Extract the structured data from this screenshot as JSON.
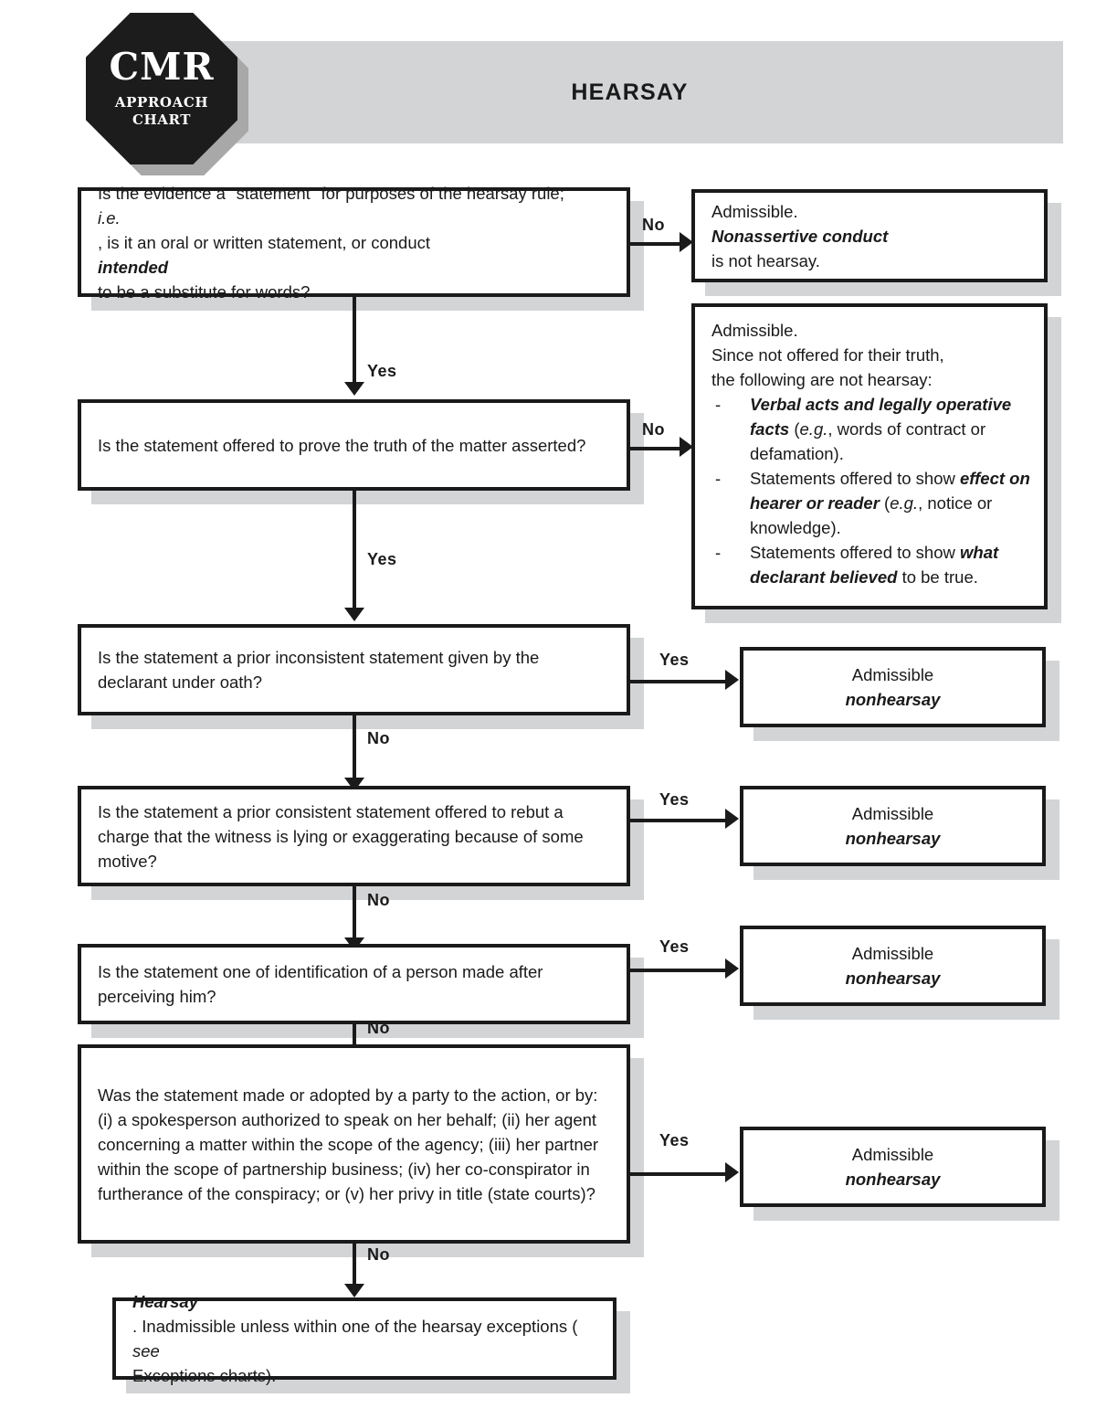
{
  "header": {
    "title": "HEARSAY",
    "logo": {
      "main": "CMR",
      "line1": "APPROACH",
      "line2": "CHART"
    }
  },
  "colors": {
    "ink": "#1a1a1a",
    "shadow": "#d2d4d6",
    "banner": "#d2d4d6",
    "paper": "#ffffff"
  },
  "nodes": {
    "q1": {
      "id": "q1",
      "type": "question",
      "text_parts": [
        {
          "t": "Is the evidence a \"statement\" for purposes of the hearsay rule; ",
          "s": "normal"
        },
        {
          "t": "i.e.",
          "s": "italic"
        },
        {
          "t": ", is it an oral or written statement, or conduct ",
          "s": "normal"
        },
        {
          "t": "intended",
          "s": "bolditalic"
        },
        {
          "t": " to be a substitute for words?",
          "s": "normal"
        }
      ]
    },
    "q2": {
      "id": "q2",
      "type": "question",
      "text_parts": [
        {
          "t": "Is the statement offered to prove the truth of the matter asserted?",
          "s": "normal"
        }
      ]
    },
    "q3": {
      "id": "q3",
      "type": "question",
      "text_parts": [
        {
          "t": "Is the statement a prior inconsistent statement given by the declarant under oath?",
          "s": "normal"
        }
      ]
    },
    "q4": {
      "id": "q4",
      "type": "question",
      "text_parts": [
        {
          "t": "Is the statement a prior consistent statement offered to rebut a charge that the witness is lying or exaggerating because of some motive?",
          "s": "normal"
        }
      ]
    },
    "q5": {
      "id": "q5",
      "type": "question",
      "text_parts": [
        {
          "t": "Is the statement one of identification of a person made after perceiving him?",
          "s": "normal"
        }
      ]
    },
    "q6": {
      "id": "q6",
      "type": "question",
      "text_parts": [
        {
          "t": "Was the statement made or adopted by a party to the action, or by: (i) a spokesperson authorized to speak on her behalf; (ii) her agent concerning a matter within the scope of the agency; (iii) her partner within the scope of partnership business; (iv) her co-conspirator in furtherance of the conspiracy; or (v) her privy in title (state courts)?",
          "s": "normal"
        }
      ]
    },
    "r1": {
      "id": "r1",
      "type": "result",
      "text_parts": [
        {
          "t": "Admissible. ",
          "s": "normal"
        },
        {
          "t": "Nonassertive conduct",
          "s": "bolditalic"
        },
        {
          "t": " is not hearsay.",
          "s": "normal"
        }
      ]
    },
    "r2": {
      "id": "r2",
      "type": "result-list",
      "intro_lines": [
        "Admissible.",
        "Since not offered for their truth,",
        "the following are not hearsay:"
      ],
      "bullet_marker": "-",
      "bullets": [
        [
          {
            "t": "Verbal acts and legally operative facts",
            "s": "bolditalic"
          },
          {
            "t": " (",
            "s": "normal"
          },
          {
            "t": "e.g.",
            "s": "italic"
          },
          {
            "t": ", words of contract or defamation).",
            "s": "normal"
          }
        ],
        [
          {
            "t": "Statements offered to show ",
            "s": "normal"
          },
          {
            "t": "effect on hearer or reader",
            "s": "bolditalic"
          },
          {
            "t": " (",
            "s": "normal"
          },
          {
            "t": "e.g.",
            "s": "italic"
          },
          {
            "t": ", notice or knowledge).",
            "s": "normal"
          }
        ],
        [
          {
            "t": "Statements offered to show ",
            "s": "normal"
          },
          {
            "t": "what declarant believed",
            "s": "bolditalic"
          },
          {
            "t": " to be true.",
            "s": "normal"
          }
        ]
      ]
    },
    "r3": {
      "id": "r3",
      "type": "result-centered",
      "line1": "Admissible",
      "line2": "nonhearsay"
    },
    "r4": {
      "id": "r4",
      "type": "result-centered",
      "line1": "Admissible",
      "line2": "nonhearsay"
    },
    "r5": {
      "id": "r5",
      "type": "result-centered",
      "line1": "Admissible",
      "line2": "nonhearsay"
    },
    "r6": {
      "id": "r6",
      "type": "result-centered",
      "line1": "Admissible",
      "line2": "nonhearsay"
    },
    "final": {
      "id": "final",
      "type": "terminal",
      "text_parts": [
        {
          "t": "Hearsay",
          "s": "bolditalic"
        },
        {
          "t": ". Inadmissible unless within one of the hearsay exceptions (",
          "s": "normal"
        },
        {
          "t": "see",
          "s": "italic"
        },
        {
          "t": " Exceptions charts).",
          "s": "normal"
        }
      ]
    }
  },
  "edges": {
    "q1_no": "No",
    "q1_yes": "Yes",
    "q2_no": "No",
    "q2_yes": "Yes",
    "q3_yes": "Yes",
    "q3_no": "No",
    "q4_yes": "Yes",
    "q4_no": "No",
    "q5_yes": "Yes",
    "q5_no": "No",
    "q6_yes": "Yes",
    "q6_no": "No"
  }
}
